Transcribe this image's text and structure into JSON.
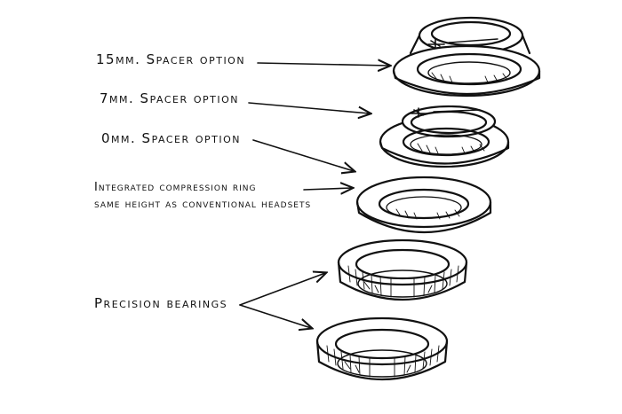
{
  "labels": {
    "spacer_15": "15mm. Spacer option",
    "spacer_7": "7mm. Spacer option",
    "spacer_0": "0mm. Spacer option",
    "compression_line1": "Integrated compression ring",
    "compression_line2": "same height as conventional headsets",
    "bearings": "Precision bearings"
  },
  "colors": {
    "ink": "#111111",
    "paper": "#ffffff"
  }
}
